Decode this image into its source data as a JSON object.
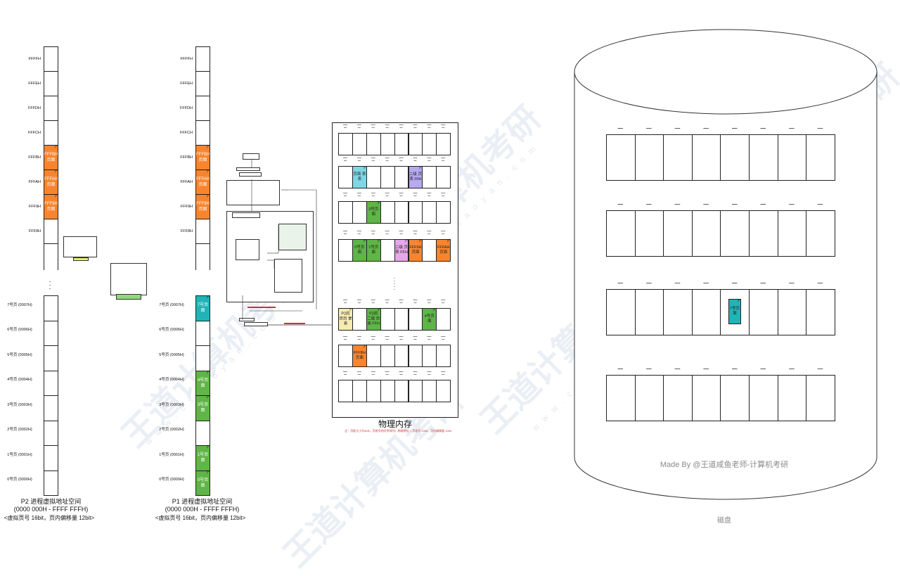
{
  "p2": {
    "top_labels": [
      "FFFFH",
      "FFFEH",
      "FFFDH",
      "FFFCH",
      "FFFBH",
      "FFFAH",
      "FFF9H",
      "FFF8H"
    ],
    "top_pages": [
      "FFFBH 页面",
      "FFFAH 页面",
      "FFF9H 页面"
    ],
    "bottom_labels": [
      "7号页 (0007H)",
      "6号页 (0006H)",
      "5号页 (0005H)",
      "4号页 (0004H)",
      "3号页 (0003H)",
      "2号页 (0002H)",
      "1号页 (0001H)",
      "0号页 (0000H)"
    ],
    "caption1": "P2 进程虚拟地址空间",
    "caption2": "(0000 000H - FFFF FFFH)",
    "caption3": "<虚拟页号 16bit，页内偏移量 12bit>"
  },
  "p1": {
    "top_labels": [
      "FFFFH",
      "FFFEH",
      "FFFDH",
      "FFFCH",
      "FFFBH",
      "FFFAH",
      "FFF9H",
      "FFF8H"
    ],
    "top_pages": [
      "FFFBH 页面",
      "FFFAH 页面",
      "FFF9H 页面"
    ],
    "bottom_labels": [
      "7号页 (0007H)",
      "6号页 (0006H)",
      "5号页 (0005H)",
      "4号页 (0004H)",
      "3号页 (0003H)",
      "2号页 (0002H)",
      "1号页 (0001H)",
      "0号页 (0000H)"
    ],
    "bottom_pages": [
      "7号页 面",
      "4号页 面",
      "3号页 面",
      "1号页 面",
      "0号页 面"
    ],
    "caption1": "P1 进程虚拟地址空间",
    "caption2": "(0000 000H - FFFF FFFH)",
    "caption3": "<虚拟页号 16bit，页内偏移量 12bit>"
  },
  "memory": {
    "title": "物理内存",
    "note": "注：页框大小为4KB，页框号的升序排列；物理地址 = 页框号 12bit，页内偏移量 12bit",
    "pages": {
      "page_table": "页面 表表",
      "l2_table_0": "二级 页表 00H",
      "page3": "3号页 面",
      "page0": "0号页 面",
      "page1": "1号页 面",
      "l2_table_ffh": "二级 页表 FFH",
      "fff9": "FFF9H 页面",
      "fffa": "FFFAH 页面",
      "p2_table": "P2的 页目 录表",
      "p2_l2": "P2的 二级 页表 FFH",
      "page4": "4号页 面",
      "fffb": "FFFBH 页面"
    }
  },
  "disk": {
    "credit": "Made By @王道咸鱼老师-计算机考研",
    "caption": "磁盘",
    "page7": "7号页 面"
  }
}
